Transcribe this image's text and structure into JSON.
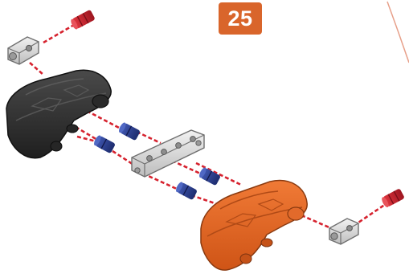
{
  "step": {
    "number": "25"
  },
  "colors": {
    "step_badge": "#d9652b",
    "guide_line": "#d6222e",
    "callout_line": "#e7a08a",
    "black_part": "#2e2e2e",
    "orange_part": "#e06425",
    "blue_connector": "#2b3f8f",
    "red_connector": "#c8202d",
    "grey_part": "#d8d8d8"
  },
  "parts": [
    {
      "name": "red-connector-top-icon",
      "color": "red"
    },
    {
      "name": "grey-angle-connector-top-icon",
      "color": "grey"
    },
    {
      "name": "black-shell-panel-icon",
      "color": "black"
    },
    {
      "name": "grey-beam-icon",
      "color": "grey"
    },
    {
      "name": "blue-connector-icon",
      "color": "blue",
      "count": 4
    },
    {
      "name": "orange-shell-panel-icon",
      "color": "orange"
    },
    {
      "name": "grey-angle-connector-bottom-icon",
      "color": "grey"
    },
    {
      "name": "red-connector-bottom-icon",
      "color": "red"
    }
  ]
}
